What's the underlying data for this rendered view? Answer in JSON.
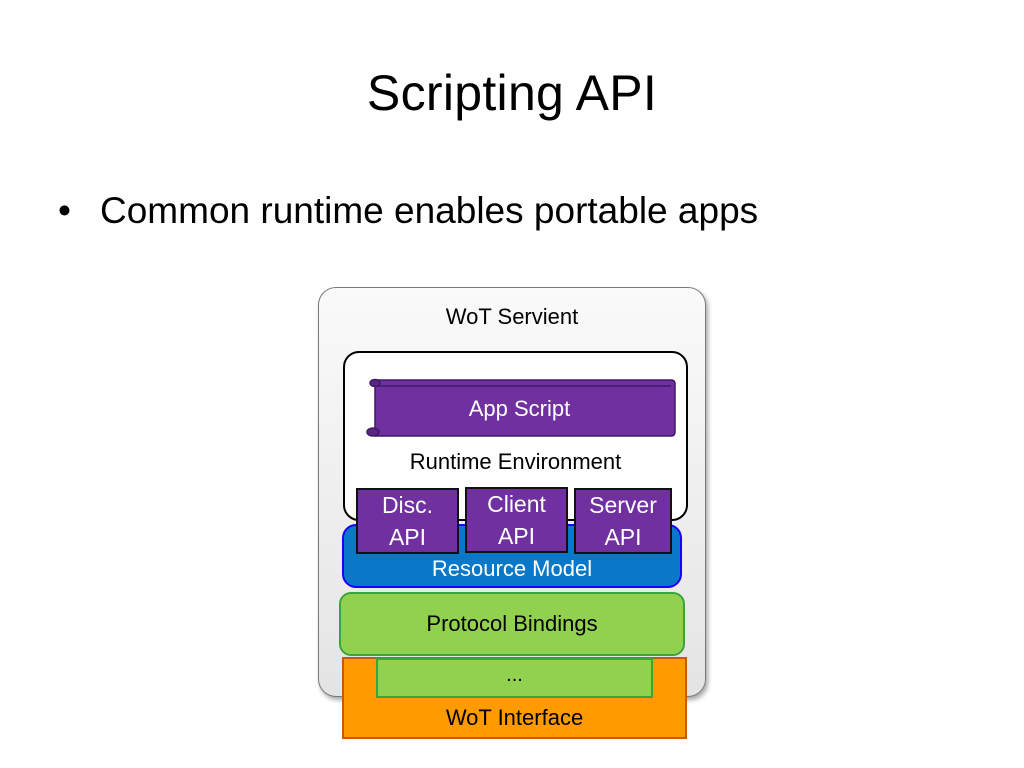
{
  "slide": {
    "title": "Scripting API",
    "bullet": "Common runtime enables portable apps"
  },
  "diagram": {
    "servient": "WoT Servient",
    "app_script": "App Script",
    "runtime": "Runtime Environment",
    "apis": [
      {
        "line1": "Disc.",
        "line2": "API"
      },
      {
        "line1": "Client",
        "line2": "API"
      },
      {
        "line1": "Server",
        "line2": "API"
      }
    ],
    "resource_model": "Resource Model",
    "protocol_bindings": "Protocol Bindings",
    "ellipsis": "...",
    "wot_interface": "WoT Interface"
  },
  "colors": {
    "app_script": "#7030a0",
    "api": "#7030a0",
    "resource_model": "#0a78c9",
    "protocol_bindings": "#92d050",
    "wot_interface": "#ff9a00"
  }
}
